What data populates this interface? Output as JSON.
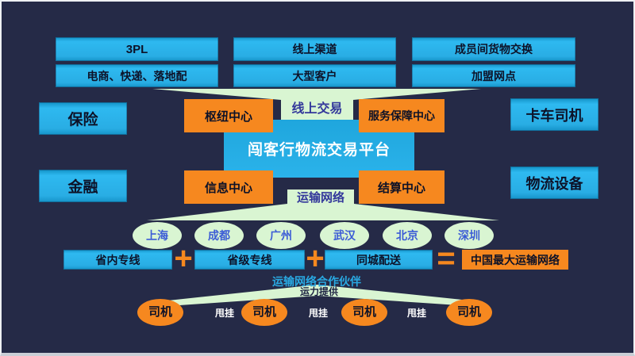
{
  "diagram": {
    "title": "闯客行物流交易平台",
    "colors": {
      "background": "#252a47",
      "blue": "#29ade4",
      "orange": "#f6881f",
      "green": "#d9f5d2",
      "indigo": "#33389b",
      "cyan": "#29a9e2",
      "city_text": "#3b5bd6",
      "dark_text": "#0d1228",
      "white": "#ffffff"
    },
    "top_sources": {
      "row1": [
        "3PL",
        "线上渠道",
        "成员间货物交换"
      ],
      "row2": [
        "电商、快递、落地配",
        "大型客户",
        "加盟网点"
      ]
    },
    "online_trade_label": "线上交易",
    "left_boxes": [
      "保险",
      "金融"
    ],
    "right_boxes": [
      "卡车司机",
      "物流设备"
    ],
    "hub_boxes": [
      "枢纽中心",
      "服务保障中心",
      "信息中心",
      "结算中心"
    ],
    "platform_label": "闯客行物流交易平台",
    "transport_network_label": "运输网络",
    "cities": [
      "上海",
      "成都",
      "广州",
      "武汉",
      "北京",
      "深圳"
    ],
    "route_formula": {
      "terms": [
        "省内专线",
        "省级专线",
        "同城配送"
      ],
      "operators": [
        "+",
        "+",
        "="
      ],
      "result": "中国最大运输网络"
    },
    "partners": {
      "heading": "运输网络合作伙伴",
      "subheading": "运力提供",
      "drivers": [
        "司机",
        "司机",
        "司机",
        "司机"
      ],
      "links": [
        "甩挂",
        "甩挂",
        "甩挂"
      ]
    }
  }
}
